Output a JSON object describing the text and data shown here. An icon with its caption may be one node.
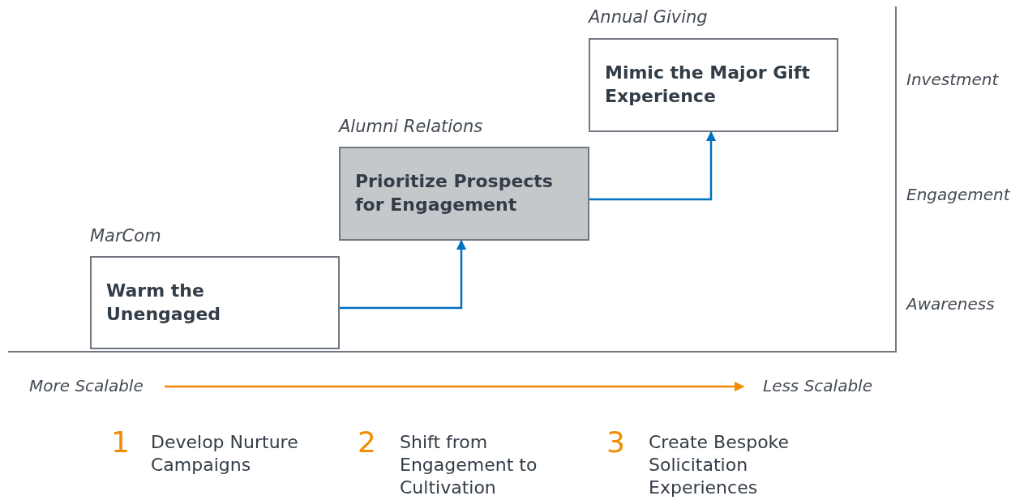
{
  "diagram": {
    "nodes": [
      {
        "text": [
          "Warm the Unengaged"
        ],
        "beside": [
          "MarCom"
        ]
      },
      {
        "text": [
          "Prioritize Prospects for Engagement"
        ],
        "beside": [
          "Alumni Relations"
        ]
      },
      {
        "text": [
          "Mimic the Major Gift Experience"
        ],
        "beside": [
          "Annual Giving"
        ]
      },
      {
        "text": [
          "More Scalable"
        ]
      },
      {
        "text": [
          "Less Scalable"
        ]
      }
    ],
    "edges": [
      {
        "from": 0,
        "to": 1,
        "arrow": "to"
      },
      {
        "from": 1,
        "to": 2,
        "arrow": "to"
      },
      {
        "from": 3,
        "to": 4,
        "arrow": "to",
        "color": "#f28c00"
      }
    ],
    "labels": [
      "Investment",
      "Engagement",
      "Awareness",
      "1",
      "Develop Nurture Campaigns",
      "2",
      "Shift from Engagement to Cultivation",
      "3",
      "Create Bespoke Solicitation Experiences"
    ]
  }
}
